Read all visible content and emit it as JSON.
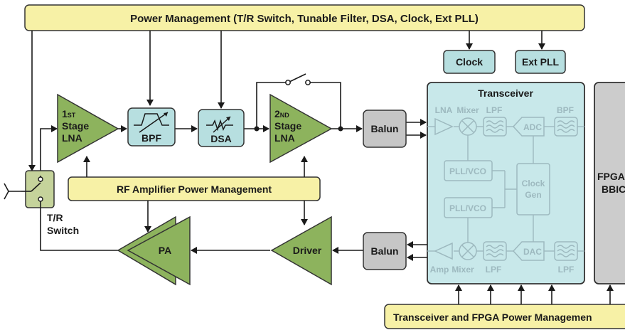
{
  "power_management_top": "Power Management (T/R Switch, Tunable Filter, DSA, Clock, Ext PLL)",
  "clock": "Clock",
  "ext_pll": "Ext PLL",
  "lna1": {
    "num": "1",
    "sup": "ST",
    "line2": "Stage",
    "line3": "LNA"
  },
  "bpf": "BPF",
  "dsa": "DSA",
  "lna2": {
    "num": "2",
    "sup": "ND",
    "line2": "Stage",
    "line3": "LNA"
  },
  "balun_rx": "Balun",
  "balun_tx": "Balun",
  "transceiver": {
    "title": "Transceiver",
    "rx_lna": "LNA",
    "rx_mixer": "Mixer",
    "rx_lpf": "LPF",
    "rx_bpf": "BPF",
    "adc": "ADC",
    "pll_vco_1": "PLL/VCO",
    "pll_vco_2": "PLL/VCO",
    "clock_gen_1": "Clock",
    "clock_gen_2": "Gen",
    "dac": "DAC",
    "tx_amp": "Amp",
    "tx_mixer": "Mixer",
    "tx_lpf1": "LPF",
    "tx_lpf2": "LPF"
  },
  "fpga": {
    "line1": "FPGA",
    "line2": "BBIC"
  },
  "rf_amp_power": "RF Amplifier Power Management",
  "tr_switch": {
    "line1": "T/R",
    "line2": "Switch"
  },
  "pa": "PA",
  "driver": "Driver",
  "power_management_bottom": "Transceiver and FPGA Power Managemen",
  "colors": {
    "yellow_box": "#f7f1a6",
    "amp_green": "#8db35d",
    "filter_teal": "#b7dfe0",
    "balun_gray": "#c6c6c6",
    "transceiver_bg": "#c8e8ea",
    "fpga_gray": "#cccccc"
  }
}
